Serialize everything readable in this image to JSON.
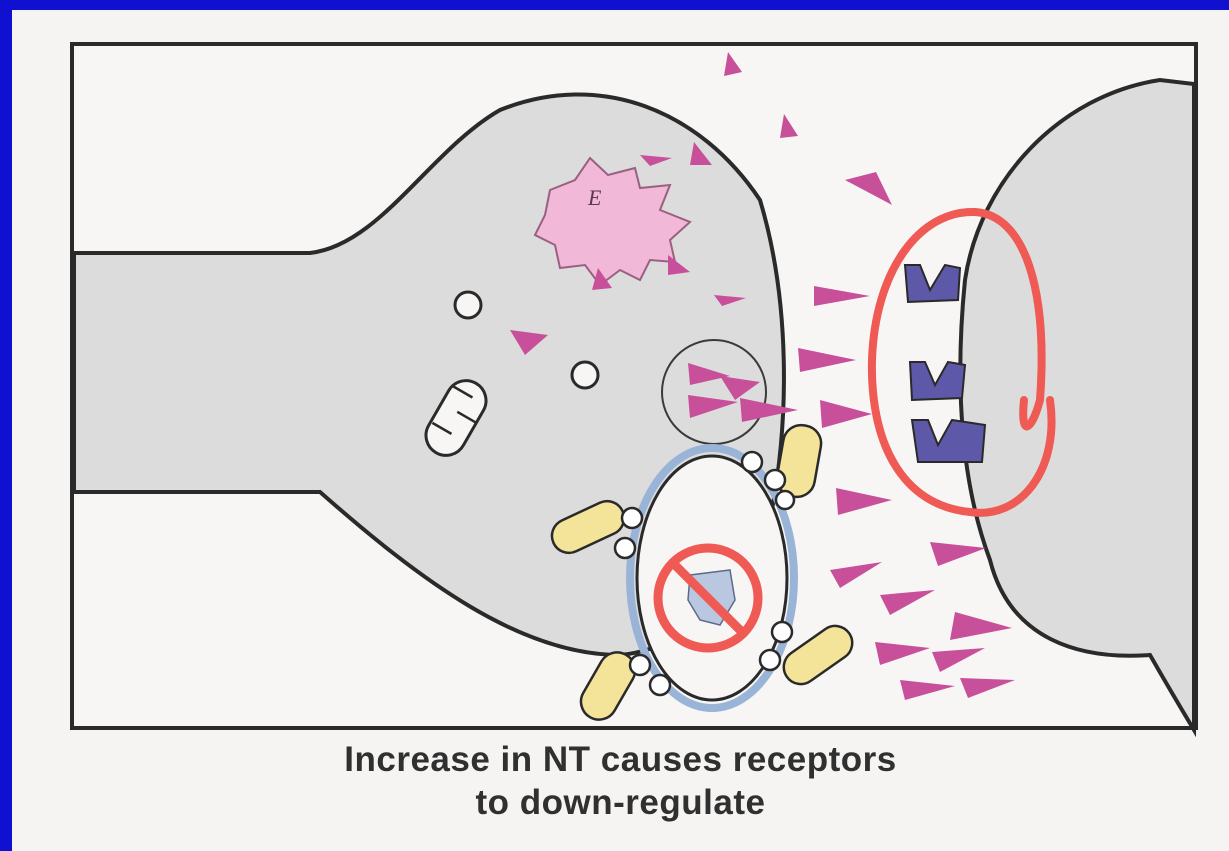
{
  "caption": {
    "line1": "Increase in NT causes receptors",
    "line2": "to down-regulate"
  },
  "enzyme_label": "E",
  "colors": {
    "background": "#1010d0",
    "panel": "#f5f4f2",
    "cell_fill": "#dcdcdc",
    "outline": "#2a2a2a",
    "neurotransmitter": "#c8509b",
    "receptor": "#5d58a8",
    "highlight_ring": "#ef5a55",
    "transporter_yellow": "#f3e49a",
    "vesicle_halo": "#9ab4d8",
    "enzyme": "#f1b8d8"
  }
}
